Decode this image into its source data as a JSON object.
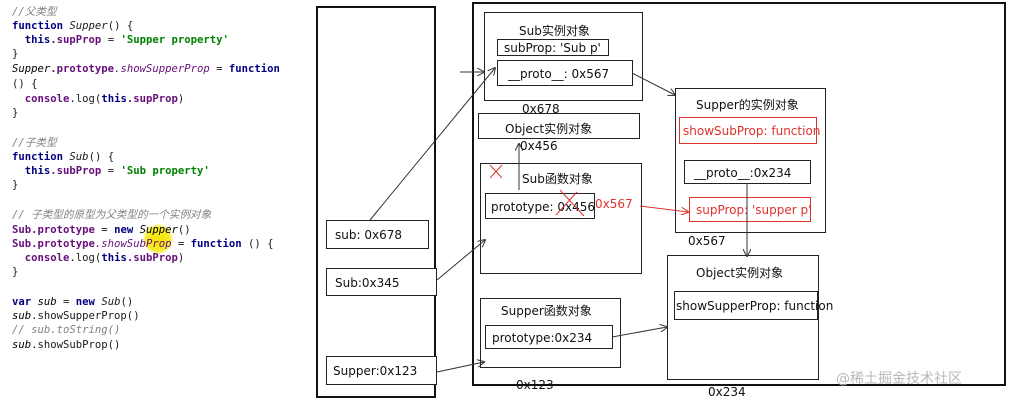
{
  "code": {
    "line1": "//父类型",
    "line2_kw": "function",
    "line2_name": "Supper",
    "line2_rest": "() {",
    "line3_this": "this",
    "line3_prop": ".supProp",
    "line3_eq": " = ",
    "line3_str": "'Supper property'",
    "line4": "}",
    "line5_name": "Supper",
    "line5_proto": ".prototype",
    "line5_method": ".showSupperProp",
    "line5_eq": " = ",
    "line5_kw": "function",
    "line6": "() {",
    "line7_console": "console",
    "line7_log": ".log(",
    "line7_this": "this",
    "line7_prop": ".supProp",
    "line7_end": ")",
    "line8": "}",
    "line9": "//子类型",
    "line10_kw": "function",
    "line10_name": "Sub",
    "line10_rest": "() {",
    "line11_this": "this",
    "line11_prop": ".subProp",
    "line11_eq": " = ",
    "line11_str": "'Sub property'",
    "line12": "}",
    "line13": "// 子类型的原型为父类型的一个实例对象",
    "line14_sub": "Sub",
    "line14_proto": ".prototype",
    "line14_eq": " = ",
    "line14_new": "new",
    "line14_name": " Supper",
    "line14_end": "()",
    "line15_sub": "Sub",
    "line15_proto": ".prototype",
    "line15_method": ".showSubProp",
    "line15_eq": " = ",
    "line15_kw": "function",
    "line15_end": " () {",
    "line16_console": "console",
    "line16_log": ".log(",
    "line16_this": "this",
    "line16_prop": ".subProp",
    "line16_end": ")",
    "line17": "}",
    "line18_var": "var",
    "line18_name": " sub",
    "line18_eq": " = ",
    "line18_new": "new",
    "line18_cls": " Sub",
    "line18_end": "()",
    "line19_sub": "sub",
    "line19_call": ".showSupperProp()",
    "line20": "// sub.toString()",
    "line21_sub": "sub",
    "line21_call": ".showSubProp()"
  },
  "stack": {
    "sub": "sub: 0x678",
    "Sub": "Sub:0x345",
    "Supper": "Supper:0x123"
  },
  "heap": {
    "sub_instance": {
      "title": "Sub实例对象",
      "subProp": "subProp: 'Sub p'",
      "proto": "__proto__: 0x567",
      "addr": "0x678"
    },
    "object_instance_1": {
      "title": "Object实例对象",
      "addr": "0x456"
    },
    "sub_function": {
      "title": "Sub函数对象",
      "prototype": "prototype: 0x456",
      "new_addr": "0x567"
    },
    "supper_function": {
      "title": "Supper函数对象",
      "prototype": "prototype:0x234",
      "addr": "0x123"
    },
    "supper_instance": {
      "title": "Supper的实例对象",
      "showSubProp": "showSubProp: function",
      "proto": "__proto__:0x234",
      "supProp": "supProp: 'supper p'",
      "addr": "0x567"
    },
    "object_instance_2": {
      "title": "Object实例对象",
      "showSupperProp": "showSupperProp: function",
      "addr": "0x234"
    }
  },
  "watermark": "@稀土掘金技术社区",
  "colors": {
    "red": "#e0322b",
    "highlight": "#f2e600"
  }
}
